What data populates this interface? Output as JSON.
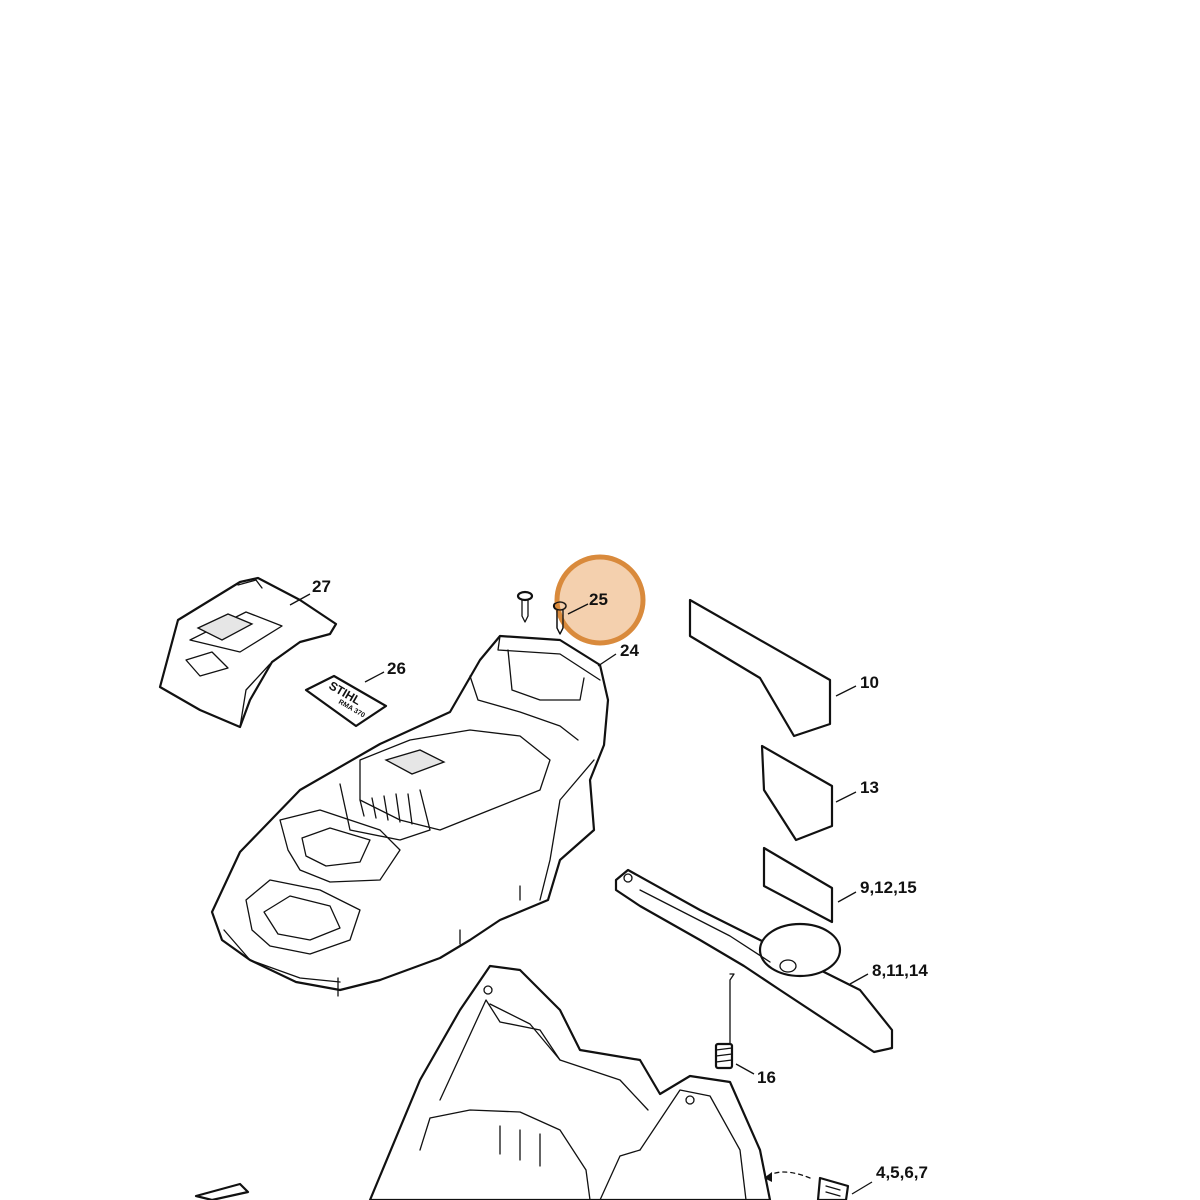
{
  "callouts": [
    {
      "id": "c27",
      "label": "27"
    },
    {
      "id": "c26",
      "label": "26"
    },
    {
      "id": "c25",
      "label": "25"
    },
    {
      "id": "c24",
      "label": "24"
    },
    {
      "id": "c10",
      "label": "10"
    },
    {
      "id": "c13",
      "label": "13"
    },
    {
      "id": "c9",
      "label": "9,12,15"
    },
    {
      "id": "c8",
      "label": "8,11,14"
    },
    {
      "id": "c16",
      "label": "16"
    },
    {
      "id": "c4",
      "label": "4,5,6,7"
    }
  ],
  "logo": {
    "brand": "STIHL",
    "model": "RMA 370"
  },
  "highlight": {
    "callout": "25",
    "color": "#d98a3c",
    "fill": "#f2c8a0"
  }
}
